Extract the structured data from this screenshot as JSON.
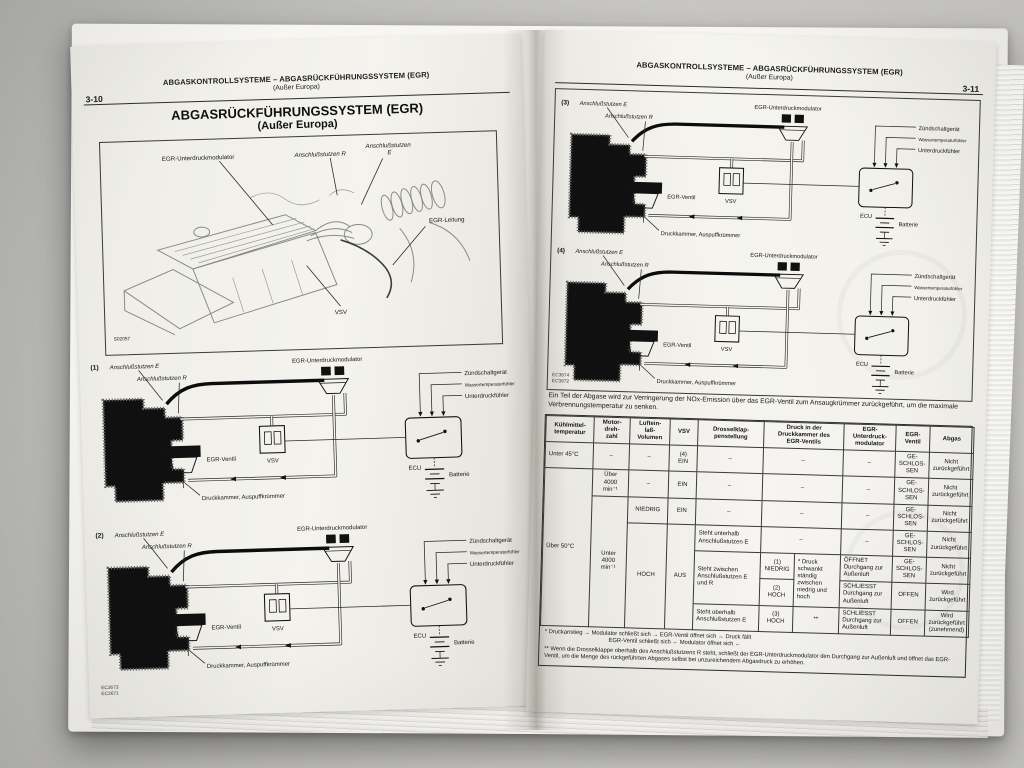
{
  "left": {
    "page_number": "3-10",
    "header1": "ABGASKONTROLLSYSTEME – ABGASRÜCKFÜHRUNGSSYSTEM (EGR)",
    "header2": "(Außer Europa)",
    "title1": "ABGASRÜCKFÜHRUNGSSYSTEM (EGR)",
    "title2": "(Außer Europa)",
    "engine": {
      "modulator": "EGR-Unterdruckmodulator",
      "anschluss_r": "Anschlußstutzen R",
      "anschluss_e1": "Anschlußstutzen",
      "anschluss_e2": "E",
      "egr_leitung": "EGR-Leitung",
      "vsv": "VSV",
      "code": "S02057"
    },
    "figure_codes": "EC3673\nEC3671"
  },
  "right": {
    "page_number": "3-11",
    "header1": "ABGASKONTROLLSYSTEME – ABGASRÜCKFÜHRUNGSSYSTEM (EGR)",
    "header2": "(Außer Europa)",
    "figure_codes": "EC3674\nEC3672",
    "intro": "Ein Teil der Abgase wird zur Verringerung der NOx-Emission über das EGR-Ventil zum Ansaugkrümmer zurückgeführt, um die maximale Verbrennungstemperatur zu senken.",
    "table": {
      "h": {
        "c1": "Kühlmittel-\ntemperatur",
        "c2": "Motor-\ndreh-\nzahl",
        "c3": "Luftein-\nlaß-\nVolumen",
        "c4": "VSV",
        "c5": "Drosselklap-\npenstellung",
        "c6": "Druck in der\nDruckkammer des\nEGR-Ventils",
        "c7": "EGR-\nUnterdruck-\nmodulator",
        "c8": "EGR-\nVentil",
        "c9": "Abgas"
      },
      "dash": "–",
      "r1": {
        "temp": "Unter 45°C",
        "vsv": "(4)\nEIN",
        "ventil": "GE-\nSCHLOS-\nSEN",
        "abgas": "Nicht\nzurückgeführt"
      },
      "r2": {
        "temp": "Über 50°C",
        "drehzahl": "Über\n4000\nmin⁻¹",
        "vsv": "EIN",
        "ventil": "GE-\nSCHLOS-\nSEN",
        "abgas": "Nicht\nzurückgeführt"
      },
      "r3": {
        "drehzahl": "Unter\n4000\nmin⁻¹",
        "volumen": "NIEDRIG",
        "vsv": "EIN",
        "ventil": "GE-\nSCHLOS-\nSEN",
        "abgas": "Nicht\nzurückgeführt"
      },
      "r4": {
        "volumen": "HOCH",
        "vsv": "AUS",
        "drossel": "Steht unterhalb\nAnschlußstutzen E",
        "ventil": "GE-\nSCHLOS-\nSEN",
        "abgas": "Nicht\nzurückgeführt"
      },
      "r5": {
        "drossel": "Steht zwischen\nAnschlußstutzen E\nund R",
        "druck": "(1)\nNIEDRIG",
        "note": "* Druck\nschwankt\nständig\nzwischen\nniedrig und\nhoch",
        "modulator": "ÖFFNET\nDurchgang zur\nAußenluft",
        "ventil": "GE-\nSCHLOS-\nSEN",
        "abgas": "Nicht\nzurückgeführt"
      },
      "r6": {
        "druck": "(2)\nHOCH",
        "modulator": "SCHLIESST\nDurchgang zur\nAußenluft",
        "ventil": "OFFEN",
        "abgas": "Wird\nzurückgeführt"
      },
      "r7": {
        "drossel": "Steht oberhalb\nAnschlußstutzen E",
        "druck": "(3)\nHOCH",
        "note": "**",
        "modulator": "SCHLIESST\nDurchgang zur\nAußenluft",
        "ventil": "OFFEN",
        "abgas": "Wird\nzurückgeführt\n(zunehmend)"
      }
    },
    "footnotes": {
      "flow1": "* Druckanstieg → Modulator schließt sich → EGR-Ventil öffnet sich → Druck fällt",
      "flow2": "EGR-Ventil schließt sich ← Modulator öffnet sich ←",
      "note2": "** Wenn die Drosselklappe oberhalb des Anschlußstutzens R steht, schließt der EGR-Unterdruckmodulator den Durchgang zur Außenluft und öffnet das EGR-Ventil, um die Menge des rückgeführten Abgases selbst bei unzureichendem Abgasdruck zu erhöhen."
    }
  },
  "schem": {
    "i1": "(1)",
    "i2": "(2)",
    "i3": "(3)",
    "i4": "(4)",
    "e": "Anschlußstutzen E",
    "r": "Anschlußstutzen R",
    "mod": "EGR-Unterdruckmodulator",
    "zuend": "Zündschaltgerät",
    "wasser": "Wassertemperaturfühler",
    "unterdruck": "Unterdruckfühler",
    "vsv": "VSV",
    "ecu": "ECU",
    "batt": "Batterie",
    "ventil": "EGR-Ventil",
    "druckkammer": "Druckkammer, Auspuffkrümmer"
  }
}
